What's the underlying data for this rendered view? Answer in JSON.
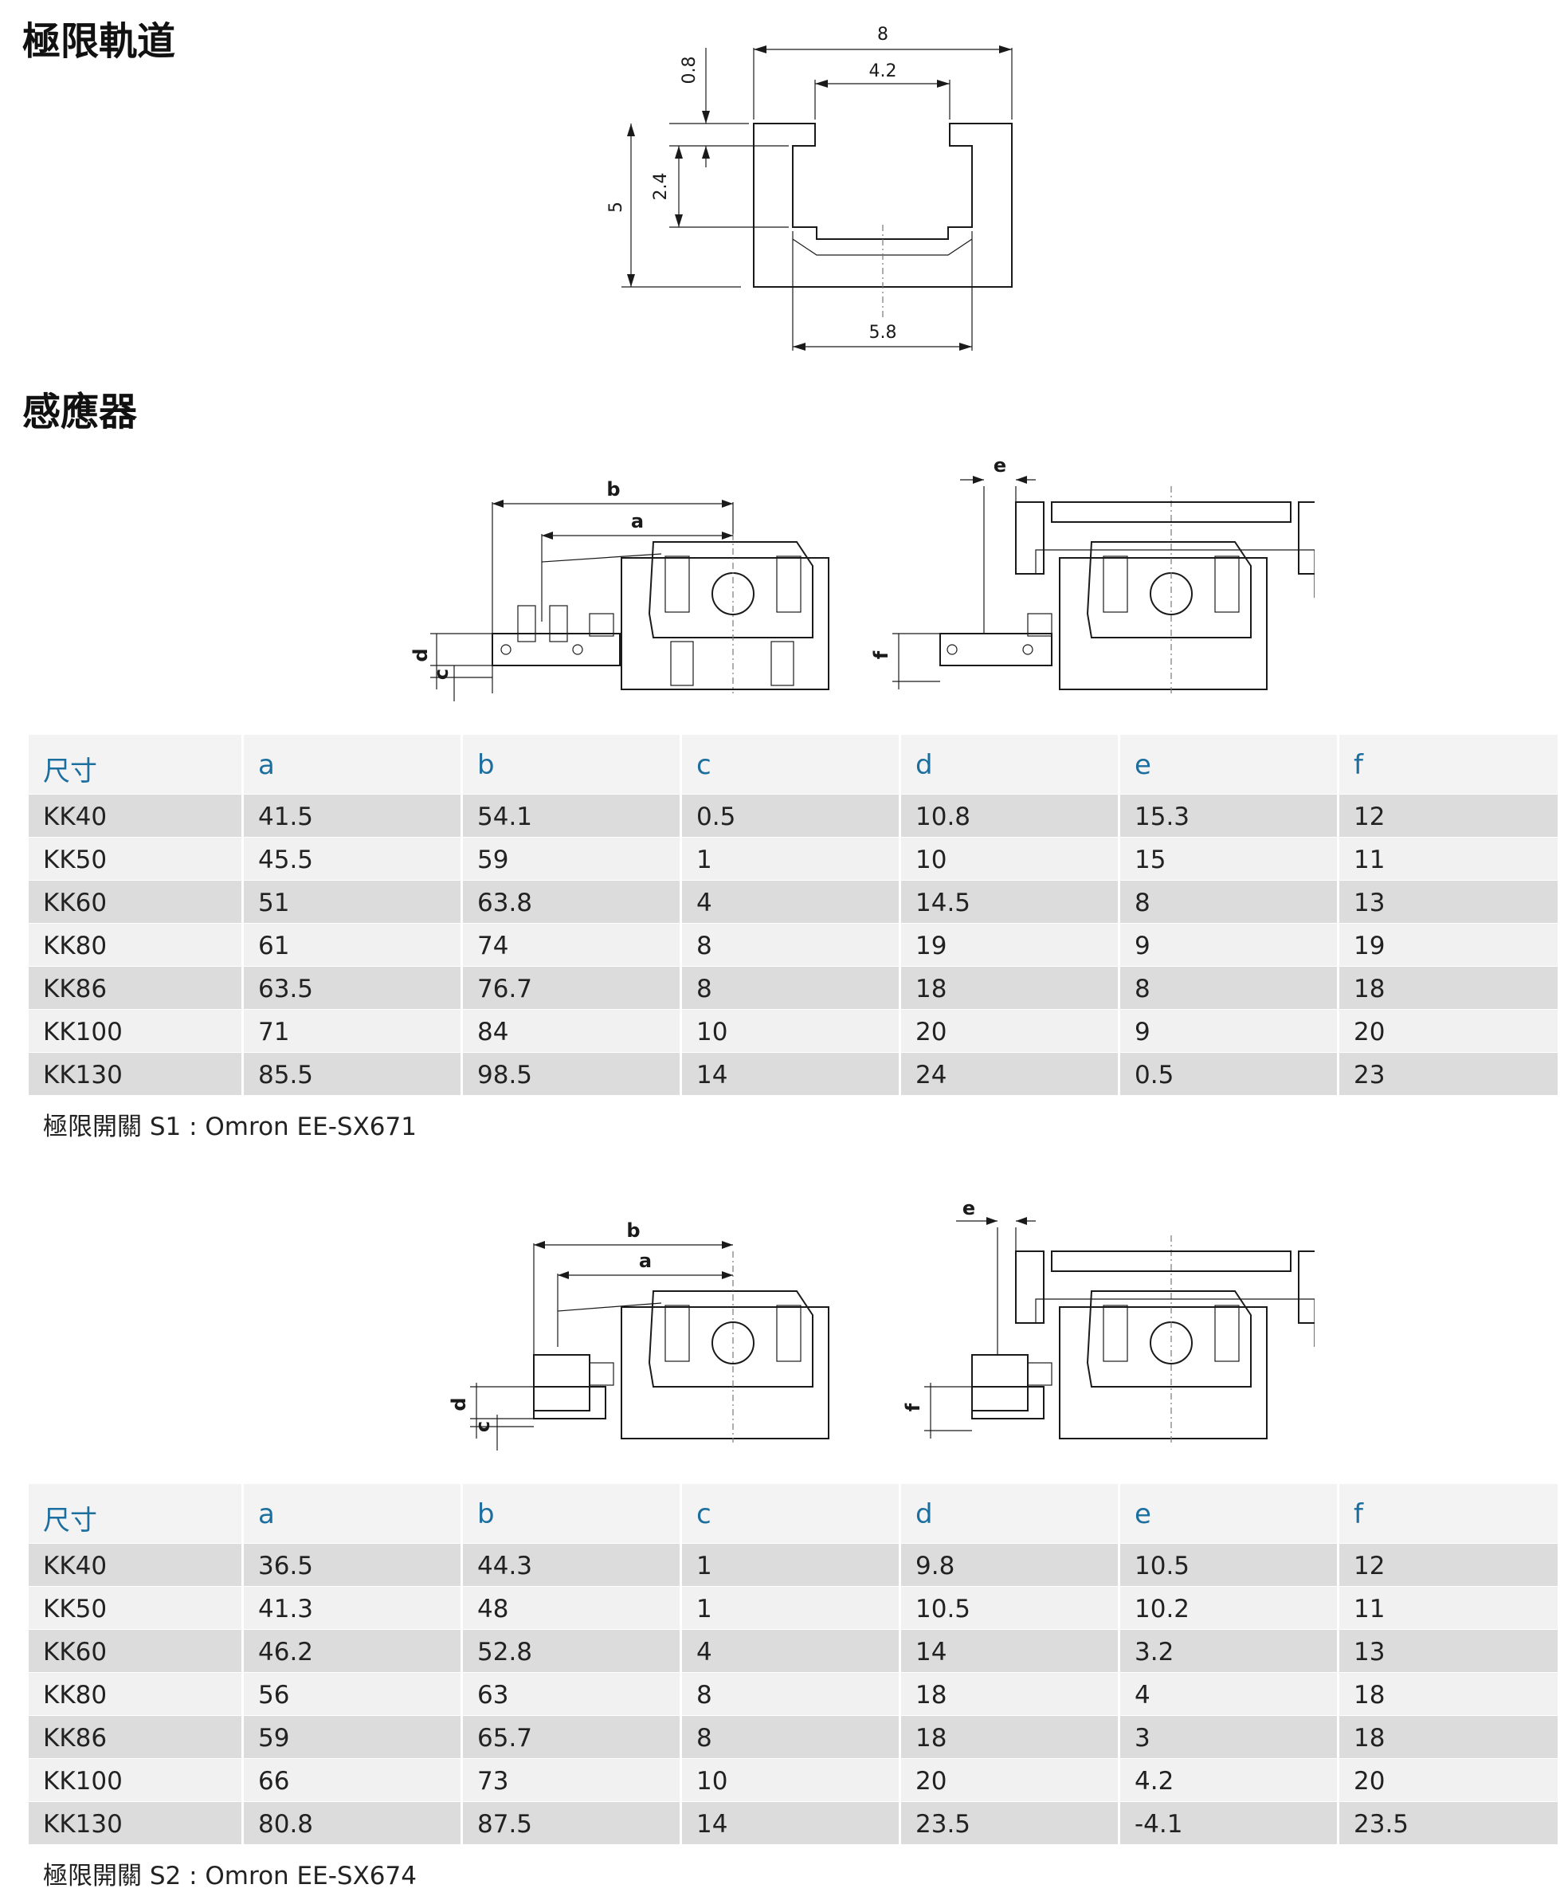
{
  "rail_section": {
    "title": "極限軌道",
    "dims": {
      "top_width": "8",
      "inner_top": "4.2",
      "top_thickness": "0.8",
      "height": "5",
      "slot": "2.4",
      "bottom_width": "5.8"
    }
  },
  "sensor_section": {
    "title": "感應器",
    "labels": {
      "a": "a",
      "b": "b",
      "c": "c",
      "d": "d",
      "e": "e",
      "f": "f"
    }
  },
  "table_headers": [
    "尺寸",
    "a",
    "b",
    "c",
    "d",
    "e",
    "f"
  ],
  "table1": {
    "rows": [
      [
        "KK40",
        "41.5",
        "54.1",
        "0.5",
        "10.8",
        "15.3",
        "12"
      ],
      [
        "KK50",
        "45.5",
        "59",
        "1",
        "10",
        "15",
        "11"
      ],
      [
        "KK60",
        "51",
        "63.8",
        "4",
        "14.5",
        "8",
        "13"
      ],
      [
        "KK80",
        "61",
        "74",
        "8",
        "19",
        "9",
        "19"
      ],
      [
        "KK86",
        "63.5",
        "76.7",
        "8",
        "18",
        "8",
        "18"
      ],
      [
        "KK100",
        "71",
        "84",
        "10",
        "20",
        "9",
        "20"
      ],
      [
        "KK130",
        "85.5",
        "98.5",
        "14",
        "24",
        "0.5",
        "23"
      ]
    ],
    "note": "極限開關 S1 : Omron EE-SX671"
  },
  "table2": {
    "rows": [
      [
        "KK40",
        "36.5",
        "44.3",
        "1",
        "9.8",
        "10.5",
        "12"
      ],
      [
        "KK50",
        "41.3",
        "48",
        "1",
        "10.5",
        "10.2",
        "11"
      ],
      [
        "KK60",
        "46.2",
        "52.8",
        "4",
        "14",
        "3.2",
        "13"
      ],
      [
        "KK80",
        "56",
        "63",
        "8",
        "18",
        "4",
        "18"
      ],
      [
        "KK86",
        "59",
        "65.7",
        "8",
        "18",
        "3",
        "18"
      ],
      [
        "KK100",
        "66",
        "73",
        "10",
        "20",
        "4.2",
        "20"
      ],
      [
        "KK130",
        "80.8",
        "87.5",
        "14",
        "23.5",
        "-4.1",
        "23.5"
      ]
    ],
    "note": "極限開關 S2 : Omron EE-SX674"
  }
}
